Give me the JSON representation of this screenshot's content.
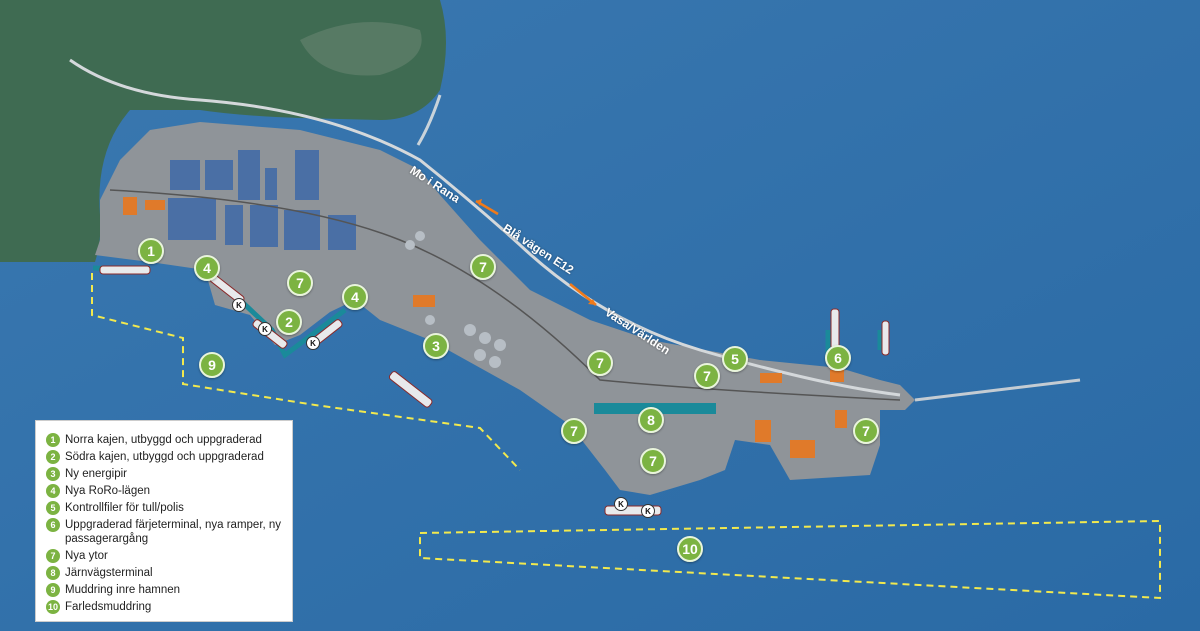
{
  "colors": {
    "sea": "#2e6fa8",
    "land": "#3f6b52",
    "port_area": "#8f9499",
    "marker": "#7cb342",
    "quay": "#1a8a9a",
    "building": "#e07a2a",
    "dredging_line": "#f2e94e"
  },
  "road_labels": {
    "mo_i_rana": "Mo i Rana",
    "bla_vagen": "Blå vägen E12",
    "vasa": "Vasa/Världen"
  },
  "markers": [
    {
      "num": "1",
      "name": "marker-1"
    },
    {
      "num": "4",
      "name": "marker-4-north"
    },
    {
      "num": "7",
      "name": "marker-7-west"
    },
    {
      "num": "4",
      "name": "marker-4-east"
    },
    {
      "num": "2",
      "name": "marker-2"
    },
    {
      "num": "7",
      "name": "marker-7-road"
    },
    {
      "num": "3",
      "name": "marker-3"
    },
    {
      "num": "9",
      "name": "marker-9"
    },
    {
      "num": "7",
      "name": "marker-7-center"
    },
    {
      "num": "5",
      "name": "marker-5"
    },
    {
      "num": "7",
      "name": "marker-7-east"
    },
    {
      "num": "6",
      "name": "marker-6"
    },
    {
      "num": "8",
      "name": "marker-8"
    },
    {
      "num": "7",
      "name": "marker-7-south-west"
    },
    {
      "num": "7",
      "name": "marker-7-south"
    },
    {
      "num": "7",
      "name": "marker-7-far-east"
    },
    {
      "num": "10",
      "name": "marker-10"
    }
  ],
  "control_points": [
    "K",
    "K",
    "K",
    "K",
    "K"
  ],
  "legend": {
    "items": [
      {
        "num": "1",
        "text": "Norra kajen, utbyggd och uppgraderad"
      },
      {
        "num": "2",
        "text": "Södra kajen, utbyggd och uppgraderad"
      },
      {
        "num": "3",
        "text": "Ny energipir"
      },
      {
        "num": "4",
        "text": "Nya RoRo-lägen"
      },
      {
        "num": "5",
        "text": "Kontrollfiler för tull/polis"
      },
      {
        "num": "6",
        "text": "Uppgraderad färjeterminal, nya ramper, ny passagerargång"
      },
      {
        "num": "7",
        "text": "Nya ytor"
      },
      {
        "num": "8",
        "text": "Järnvägsterminal"
      },
      {
        "num": "9",
        "text": "Muddring inre hamnen"
      },
      {
        "num": "10",
        "text": "Farledsmuddring"
      }
    ]
  }
}
